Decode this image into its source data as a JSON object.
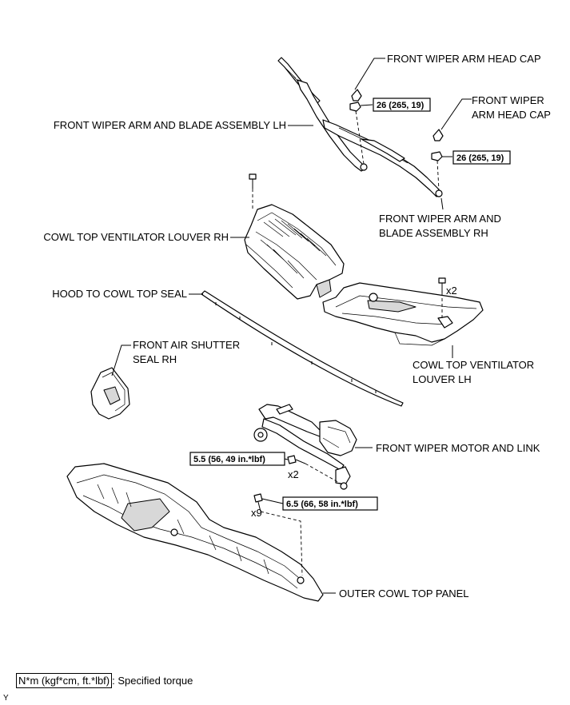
{
  "labels": {
    "cap1": "FRONT WIPER ARM HEAD CAP",
    "cap2_line1": "FRONT WIPER",
    "cap2_line2": "ARM HEAD CAP",
    "arm_lh": "FRONT WIPER ARM AND BLADE ASSEMBLY LH",
    "arm_rh_line1": "FRONT WIPER ARM AND",
    "arm_rh_line2": "BLADE ASSEMBLY RH",
    "louver_rh": "COWL TOP VENTILATOR LOUVER RH",
    "seal": "HOOD TO COWL TOP SEAL",
    "shutter_line1": "FRONT AIR SHUTTER",
    "shutter_line2": "SEAL RH",
    "louver_lh_line1": "COWL TOP VENTILATOR",
    "louver_lh_line2": "LOUVER LH",
    "motor": "FRONT WIPER MOTOR AND LINK",
    "outer_panel": "OUTER COWL TOP PANEL"
  },
  "torques": {
    "nut1": "26 (265, 19)",
    "nut2": "26 (265, 19)",
    "bolt_motor": "5.5 (56, 49 in.*lbf)",
    "bolt_panel": "6.5 (66, 58 in.*lbf)"
  },
  "quantities": {
    "louver_clip": "x2",
    "motor_bolt": "x2",
    "panel_bolt": "x9"
  },
  "legend": {
    "unit_box": "N*m (kgf*cm, ft.*lbf)",
    "description": ": Specified torque"
  },
  "corner_mark": "Y"
}
